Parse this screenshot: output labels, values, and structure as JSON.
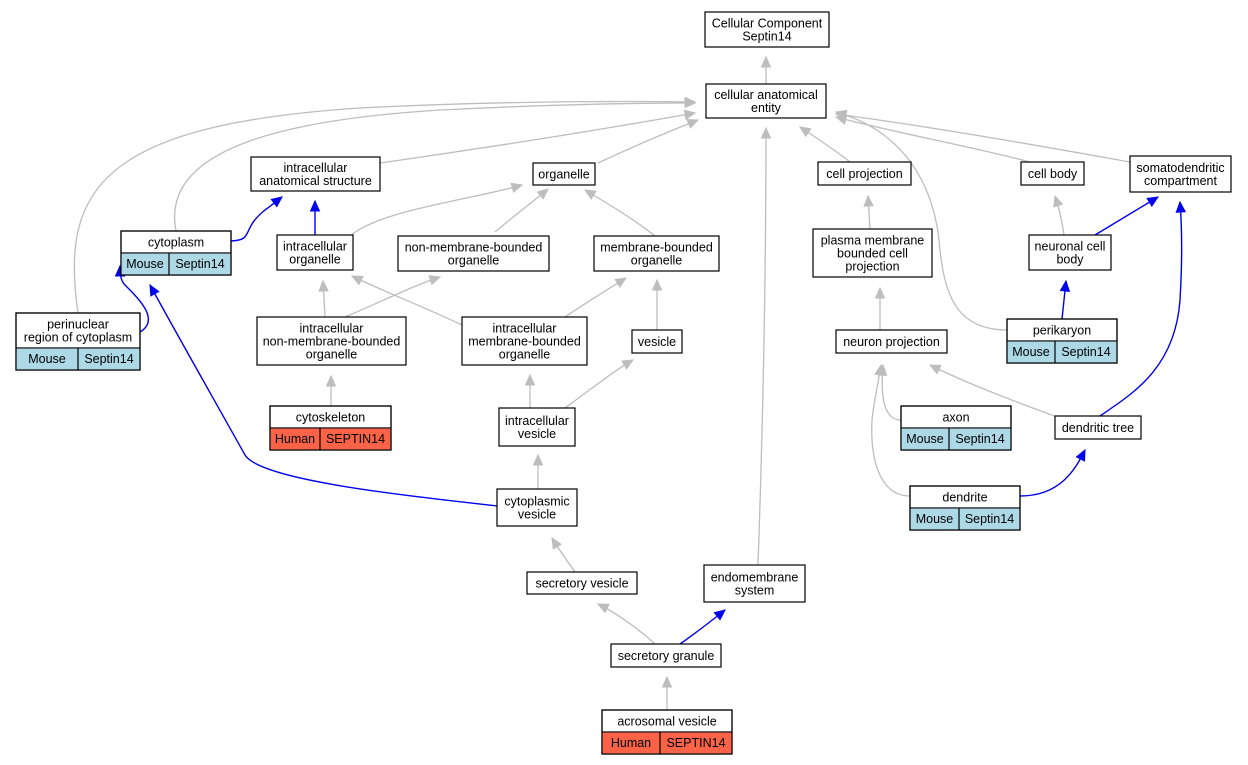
{
  "diagram": {
    "colors": {
      "edge_default": "#bdbdbd",
      "edge_annotated": "#0000ee",
      "mouse_cell": "#add8e6",
      "human_cell": "#fa6347"
    },
    "nodes": [
      {
        "id": "root",
        "lines": [
          "Cellular Component",
          "Septin14"
        ]
      },
      {
        "id": "cae",
        "lines": [
          "cellular anatomical",
          "entity"
        ]
      },
      {
        "id": "ias",
        "lines": [
          "intracellular",
          "anatomical structure"
        ]
      },
      {
        "id": "organelle",
        "lines": [
          "organelle"
        ]
      },
      {
        "id": "cellproj",
        "lines": [
          "cell projection"
        ]
      },
      {
        "id": "cellbody",
        "lines": [
          "cell body"
        ]
      },
      {
        "id": "somato",
        "lines": [
          "somatodendritic",
          "compartment"
        ]
      },
      {
        "id": "cytoplasm",
        "lines": [
          "cytoplasm"
        ],
        "annotations": [
          {
            "species": "Mouse",
            "gene": "Septin14"
          }
        ]
      },
      {
        "id": "intorg",
        "lines": [
          "intracellular",
          "organelle"
        ]
      },
      {
        "id": "nmbo",
        "lines": [
          "non-membrane-bounded",
          "organelle"
        ]
      },
      {
        "id": "mbo",
        "lines": [
          "membrane-bounded",
          "organelle"
        ]
      },
      {
        "id": "pmbcp",
        "lines": [
          "plasma membrane",
          "bounded cell",
          "projection"
        ]
      },
      {
        "id": "ncb",
        "lines": [
          "neuronal cell",
          "body"
        ]
      },
      {
        "id": "perinuc",
        "lines": [
          "perinuclear",
          "region of cytoplasm"
        ],
        "annotations": [
          {
            "species": "Mouse",
            "gene": "Septin14"
          }
        ]
      },
      {
        "id": "inmbo",
        "lines": [
          "intracellular",
          "non-membrane-bounded",
          "organelle"
        ]
      },
      {
        "id": "imbo",
        "lines": [
          "intracellular",
          "membrane-bounded",
          "organelle"
        ]
      },
      {
        "id": "vesicle",
        "lines": [
          "vesicle"
        ]
      },
      {
        "id": "neuronproj",
        "lines": [
          "neuron projection"
        ]
      },
      {
        "id": "perikaryon",
        "lines": [
          "perikaryon"
        ],
        "annotations": [
          {
            "species": "Mouse",
            "gene": "Septin14"
          }
        ]
      },
      {
        "id": "cytoskel",
        "lines": [
          "cytoskeleton"
        ],
        "annotations": [
          {
            "species": "Human",
            "gene": "SEPTIN14"
          }
        ]
      },
      {
        "id": "intves",
        "lines": [
          "intracellular",
          "vesicle"
        ]
      },
      {
        "id": "axon",
        "lines": [
          "axon"
        ],
        "annotations": [
          {
            "species": "Mouse",
            "gene": "Septin14"
          }
        ]
      },
      {
        "id": "dtree",
        "lines": [
          "dendritic tree"
        ]
      },
      {
        "id": "cytoves",
        "lines": [
          "cytoplasmic",
          "vesicle"
        ]
      },
      {
        "id": "dendrite",
        "lines": [
          "dendrite"
        ],
        "annotations": [
          {
            "species": "Mouse",
            "gene": "Septin14"
          }
        ]
      },
      {
        "id": "secves",
        "lines": [
          "secretory vesicle"
        ]
      },
      {
        "id": "endomem",
        "lines": [
          "endomembrane",
          "system"
        ]
      },
      {
        "id": "secgran",
        "lines": [
          "secretory granule"
        ]
      },
      {
        "id": "acrosomal",
        "lines": [
          "acrosomal vesicle"
        ],
        "annotations": [
          {
            "species": "Human",
            "gene": "SEPTIN14"
          }
        ]
      }
    ],
    "edges": [
      {
        "from": "cae",
        "to": "root",
        "kind": "is_a"
      },
      {
        "from": "ias",
        "to": "cae",
        "kind": "is_a"
      },
      {
        "from": "organelle",
        "to": "cae",
        "kind": "is_a"
      },
      {
        "from": "cellproj",
        "to": "cae",
        "kind": "is_a"
      },
      {
        "from": "cellbody",
        "to": "cae",
        "kind": "is_a"
      },
      {
        "from": "somato",
        "to": "cae",
        "kind": "is_a"
      },
      {
        "from": "cytoplasm",
        "to": "cae",
        "kind": "is_a"
      },
      {
        "from": "perinuc",
        "to": "cae",
        "kind": "is_a"
      },
      {
        "from": "perikaryon",
        "to": "cae",
        "kind": "is_a"
      },
      {
        "from": "endomem",
        "to": "cae",
        "kind": "is_a"
      },
      {
        "from": "cytoplasm",
        "to": "ias",
        "kind": "annotated"
      },
      {
        "from": "intorg",
        "to": "ias",
        "kind": "annotated"
      },
      {
        "from": "intorg",
        "to": "organelle",
        "kind": "is_a"
      },
      {
        "from": "nmbo",
        "to": "organelle",
        "kind": "is_a"
      },
      {
        "from": "mbo",
        "to": "organelle",
        "kind": "is_a"
      },
      {
        "from": "pmbcp",
        "to": "cellproj",
        "kind": "is_a"
      },
      {
        "from": "ncb",
        "to": "cellbody",
        "kind": "is_a"
      },
      {
        "from": "ncb",
        "to": "somato",
        "kind": "annotated"
      },
      {
        "from": "perinuc",
        "to": "cytoplasm",
        "kind": "annotated"
      },
      {
        "from": "cytoves",
        "to": "cytoplasm",
        "kind": "annotated"
      },
      {
        "from": "inmbo",
        "to": "intorg",
        "kind": "is_a"
      },
      {
        "from": "imbo",
        "to": "intorg",
        "kind": "is_a"
      },
      {
        "from": "inmbo",
        "to": "nmbo",
        "kind": "is_a"
      },
      {
        "from": "imbo",
        "to": "mbo",
        "kind": "is_a"
      },
      {
        "from": "vesicle",
        "to": "mbo",
        "kind": "is_a"
      },
      {
        "from": "neuronproj",
        "to": "pmbcp",
        "kind": "is_a"
      },
      {
        "from": "perikaryon",
        "to": "ncb",
        "kind": "annotated"
      },
      {
        "from": "cytoskel",
        "to": "inmbo",
        "kind": "is_a"
      },
      {
        "from": "intves",
        "to": "imbo",
        "kind": "is_a"
      },
      {
        "from": "intves",
        "to": "vesicle",
        "kind": "is_a"
      },
      {
        "from": "axon",
        "to": "neuronproj",
        "kind": "is_a"
      },
      {
        "from": "dtree",
        "to": "neuronproj",
        "kind": "is_a"
      },
      {
        "from": "dendrite",
        "to": "neuronproj",
        "kind": "is_a"
      },
      {
        "from": "dtree",
        "to": "somato",
        "kind": "annotated"
      },
      {
        "from": "dendrite",
        "to": "dtree",
        "kind": "annotated"
      },
      {
        "from": "cytoves",
        "to": "intves",
        "kind": "is_a"
      },
      {
        "from": "secves",
        "to": "cytoves",
        "kind": "is_a"
      },
      {
        "from": "secgran",
        "to": "secves",
        "kind": "is_a"
      },
      {
        "from": "secgran",
        "to": "endomem",
        "kind": "annotated"
      },
      {
        "from": "acrosomal",
        "to": "secgran",
        "kind": "is_a"
      }
    ]
  }
}
